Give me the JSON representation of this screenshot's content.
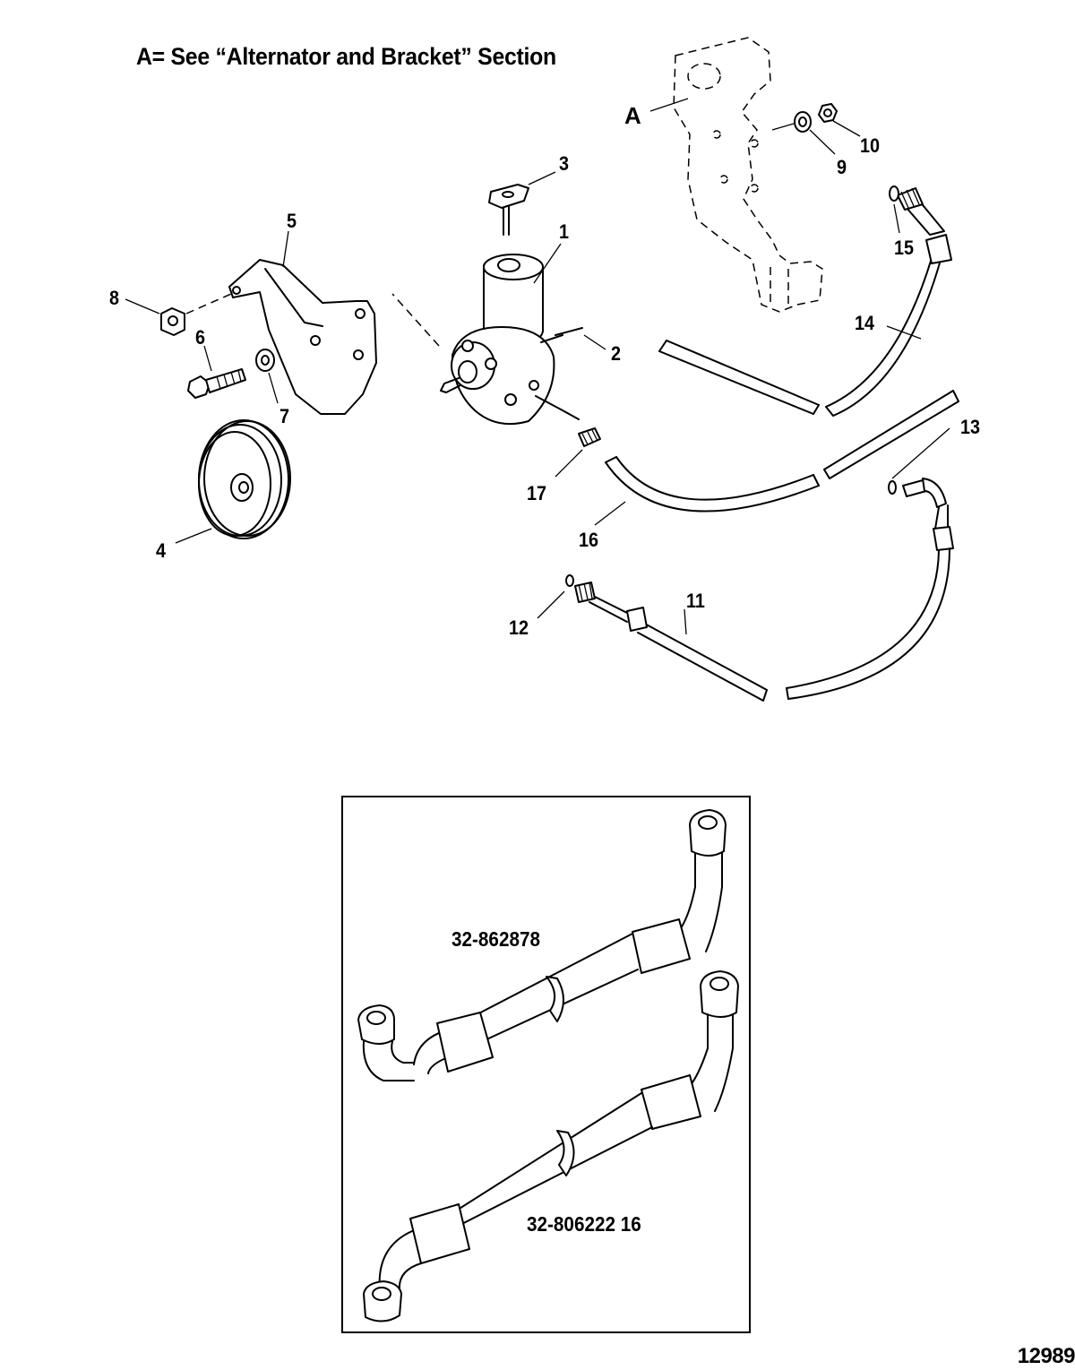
{
  "diagram": {
    "title": "A= See “Alternator and Bracket” Section",
    "reference_marker": "A",
    "callouts": {
      "c1": "1",
      "c2": "2",
      "c3": "3",
      "c4": "4",
      "c5": "5",
      "c6": "6",
      "c7": "7",
      "c8": "8",
      "c9": "9",
      "c10": "10",
      "c11": "11",
      "c12": "12",
      "c13": "13",
      "c14": "14",
      "c15": "15",
      "c16": "16",
      "c17": "17"
    },
    "inset": {
      "hose_upper_part_number": "32-862878",
      "hose_lower_part_number": "32-806222 16"
    },
    "illustration_number": "12989"
  }
}
